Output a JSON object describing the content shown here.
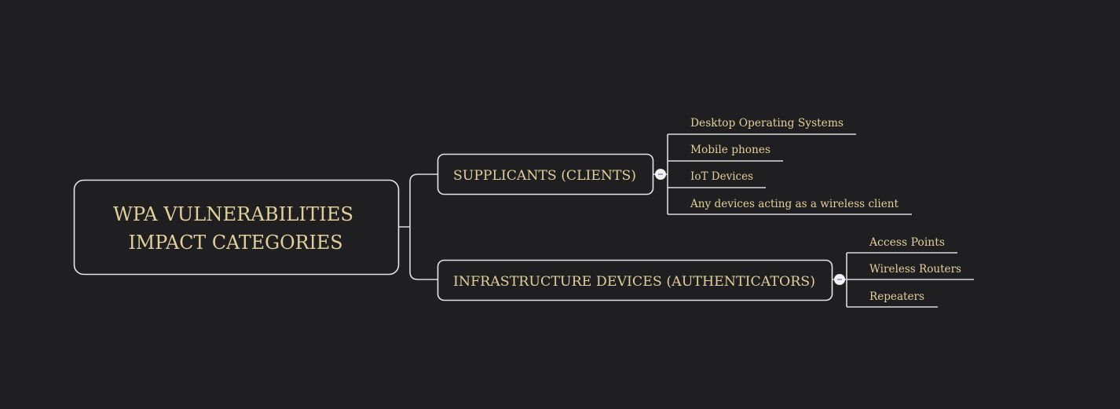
{
  "root": {
    "line1": "WPA VULNERABILITIES",
    "line2": "IMPACT CATEGORIES"
  },
  "branches": [
    {
      "label": "SUPPLICANTS (CLIENTS)",
      "children": [
        "Desktop Operating Systems",
        "Mobile phones",
        "IoT Devices",
        "Any devices acting as a wireless client"
      ]
    },
    {
      "label": "INFRASTRUCTURE DEVICES (AUTHENTICATORS)",
      "children": [
        "Access Points",
        "Wireless Routers",
        "Repeaters"
      ]
    }
  ],
  "colors": {
    "background": "#1f1f21",
    "text": "#e2d09b",
    "lines": "#dcdcdc"
  }
}
